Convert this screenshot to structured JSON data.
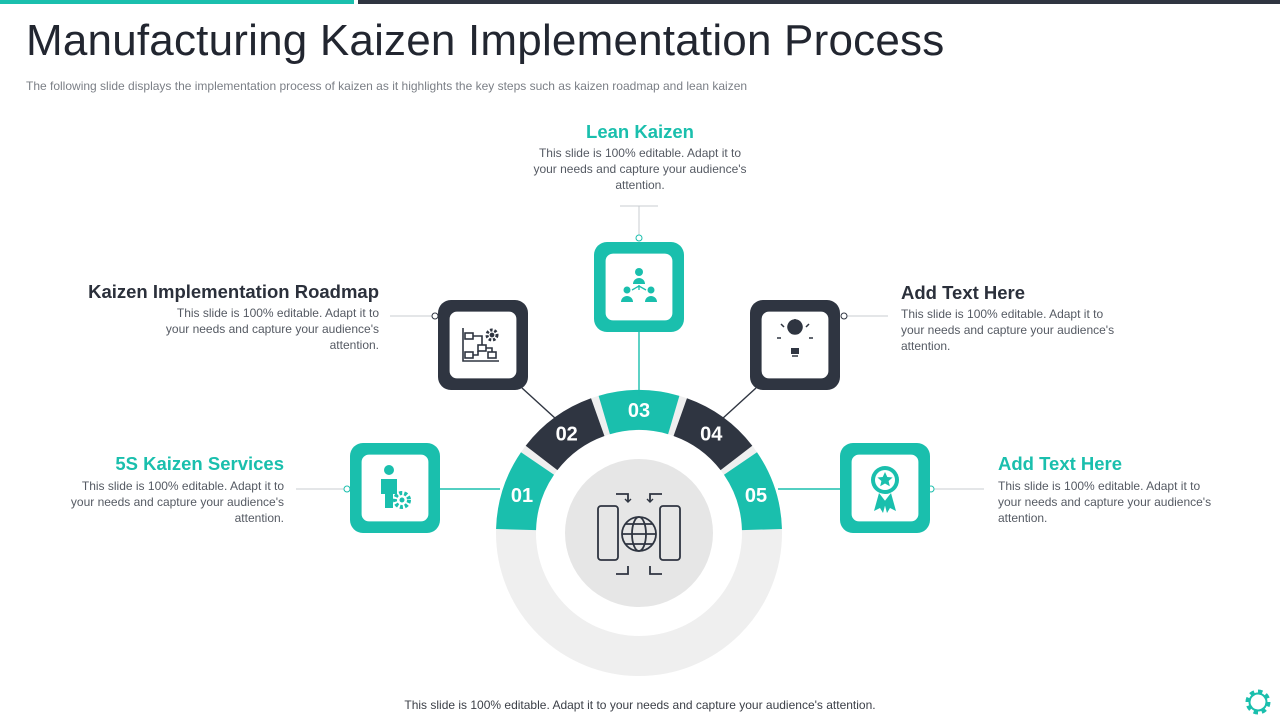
{
  "title": "Manufacturing Kaizen Implementation Process",
  "subtitle": "The following  slide displays the implementation  process of kaizen as it highlights the key steps  such as kaizen roadmap  and lean kaizen",
  "colors": {
    "teal": "#1abfad",
    "dark": "#2f3541",
    "ring": "#efefef",
    "inner": "#e6e6e6"
  },
  "steps": [
    {
      "number": "01",
      "heading": "5S Kaizen Services",
      "body": "This slide is 100% editable. Adapt it to your needs and capture your audience's attention.",
      "icon": "person-gear-icon"
    },
    {
      "number": "02",
      "heading": "Kaizen Implementation Roadmap",
      "body": "This slide is 100% editable. Adapt it to your needs and capture your audience's attention.",
      "icon": "flowchart-gear-icon"
    },
    {
      "number": "03",
      "heading": "Lean Kaizen",
      "body": "This slide is 100% editable. Adapt it to your needs and capture your audience's attention.",
      "icon": "team-hierarchy-icon"
    },
    {
      "number": "04",
      "heading": "Add Text Here",
      "body": "This slide is 100% editable. Adapt it to your needs and capture your audience's attention.",
      "icon": "lightbulb-icon"
    },
    {
      "number": "05",
      "heading": "Add Text Here",
      "body": "This slide is 100% editable. Adapt it to your needs and capture your audience's attention.",
      "icon": "award-ribbon-icon"
    }
  ],
  "center_icon": "globe-devices-icon",
  "footer": "This slide is 100% editable. Adapt it to your needs and capture your audience's attention.",
  "corner_icon": "gear-icon"
}
